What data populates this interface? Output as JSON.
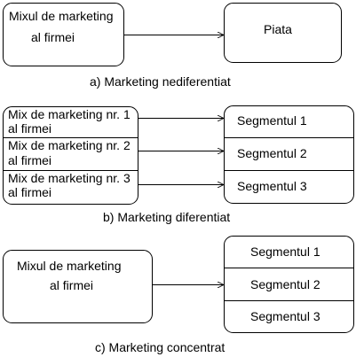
{
  "sections": {
    "a": {
      "mix_line1": "Mixul de marketing",
      "mix_line2": "al firmei",
      "target": "Piata",
      "caption": "a) Marketing nediferentiat"
    },
    "b": {
      "mixes": [
        {
          "line1": "Mix de marketing nr. 1",
          "line2": "al firmei"
        },
        {
          "line1": "Mix de marketing nr. 2",
          "line2": "al firmei"
        },
        {
          "line1": "Mix de marketing nr. 3",
          "line2": "al firmei"
        }
      ],
      "segments": [
        "Segmentul 1",
        "Segmentul 2",
        "Segmentul 3"
      ],
      "caption": "b) Marketing diferentiat"
    },
    "c": {
      "mix_line1": "Mixul de marketing",
      "mix_line2": "al firmei",
      "segments": [
        "Segmentul 1",
        "Segmentul 2",
        "Segmentul 3"
      ],
      "caption": "c) Marketing concentrat"
    }
  }
}
